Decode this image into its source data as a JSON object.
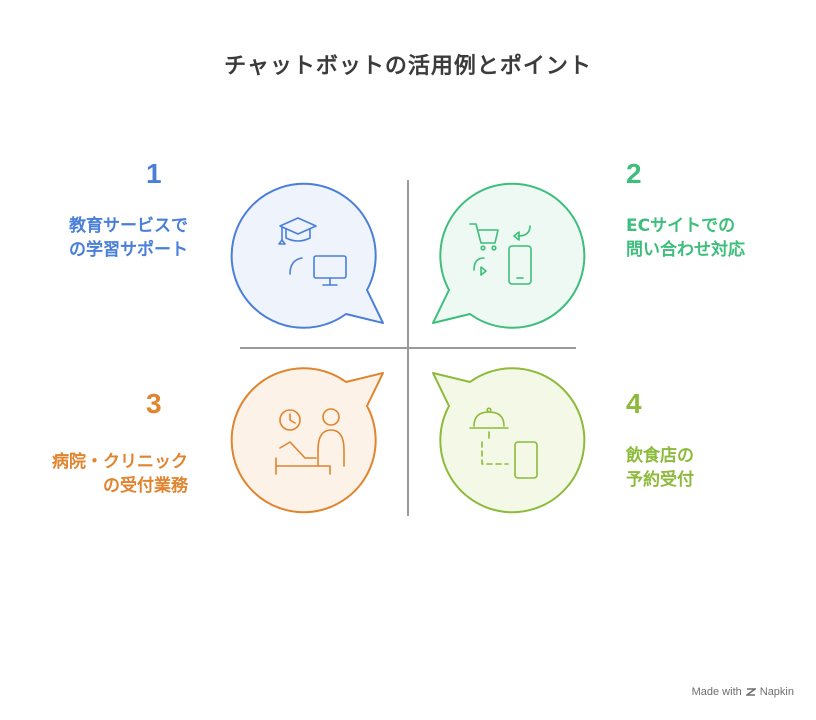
{
  "title": "チャットボットの活用例とポイント",
  "quadrants": [
    {
      "number": "1",
      "label_lines": [
        "教育サービスで",
        "の学習サポート"
      ],
      "color": "#4A7FD9",
      "fill": "#EEF3FC",
      "icon": "graduate-computer-icon"
    },
    {
      "number": "2",
      "label_lines": [
        "ECサイトでの",
        "問い合わせ対応"
      ],
      "color": "#3DBE7B",
      "fill": "#EDF9F2",
      "icon": "cart-phone-exchange-icon"
    },
    {
      "number": "3",
      "label_lines": [
        "病院・クリニック",
        "の受付業務"
      ],
      "color": "#E0842E",
      "fill": "#FDF2E8",
      "icon": "clock-reception-icon"
    },
    {
      "number": "4",
      "label_lines": [
        "飲食店の",
        "予約受付"
      ],
      "color": "#8DBA3A",
      "fill": "#F3F9E6",
      "icon": "dish-phone-icon"
    }
  ],
  "footer": {
    "made_with": "Made with",
    "brand": "Napkin"
  }
}
